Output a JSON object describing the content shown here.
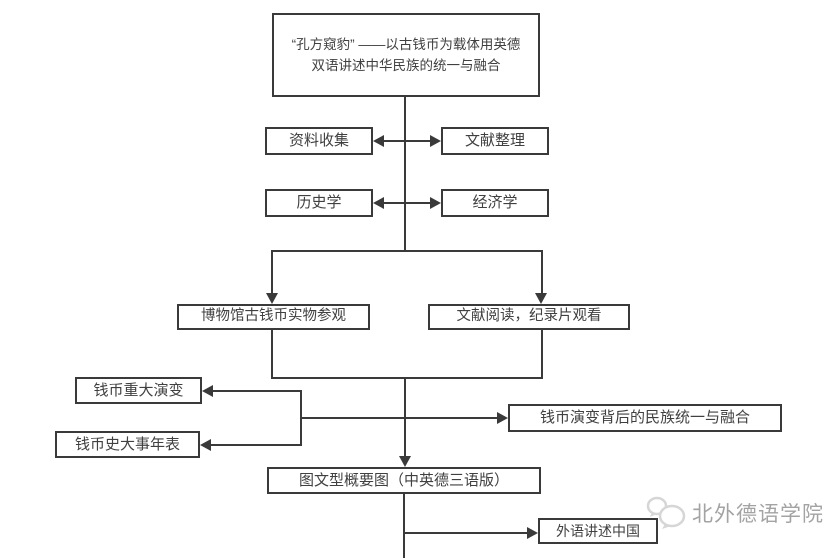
{
  "diagram": {
    "line_color": "#3a3a3a",
    "text_color": "#404040",
    "background": "#ffffff",
    "nodes": {
      "title": {
        "line1": "“孔方窥豹” ——以古钱币为载体用英德",
        "line2": "双语讲述中华民族的统一与融合"
      },
      "data_collection": {
        "label": "资料收集"
      },
      "literature_sorting": {
        "label": "文献整理"
      },
      "history": {
        "label": "历史学"
      },
      "economics": {
        "label": "经济学"
      },
      "museum_visit": {
        "label": "博物馆古钱币实物参观"
      },
      "reading_documentary": {
        "label": "文献阅读，纪录片观看"
      },
      "coin_evolution": {
        "label": "钱币重大演变"
      },
      "coin_chronology": {
        "label": "钱币史大事年表"
      },
      "national_unity": {
        "label": "钱币演变背后的民族统一与融合"
      },
      "trilingual_summary": {
        "label": "图文型概要图（中英德三语版）"
      },
      "foreign_language_china": {
        "label": "外语讲述中国"
      }
    },
    "watermark": {
      "label": "北外德语学院",
      "icon": "speech-bubbles-icon",
      "text_color": "#a3a3a3",
      "icon_color": "#d6d6d6"
    }
  }
}
